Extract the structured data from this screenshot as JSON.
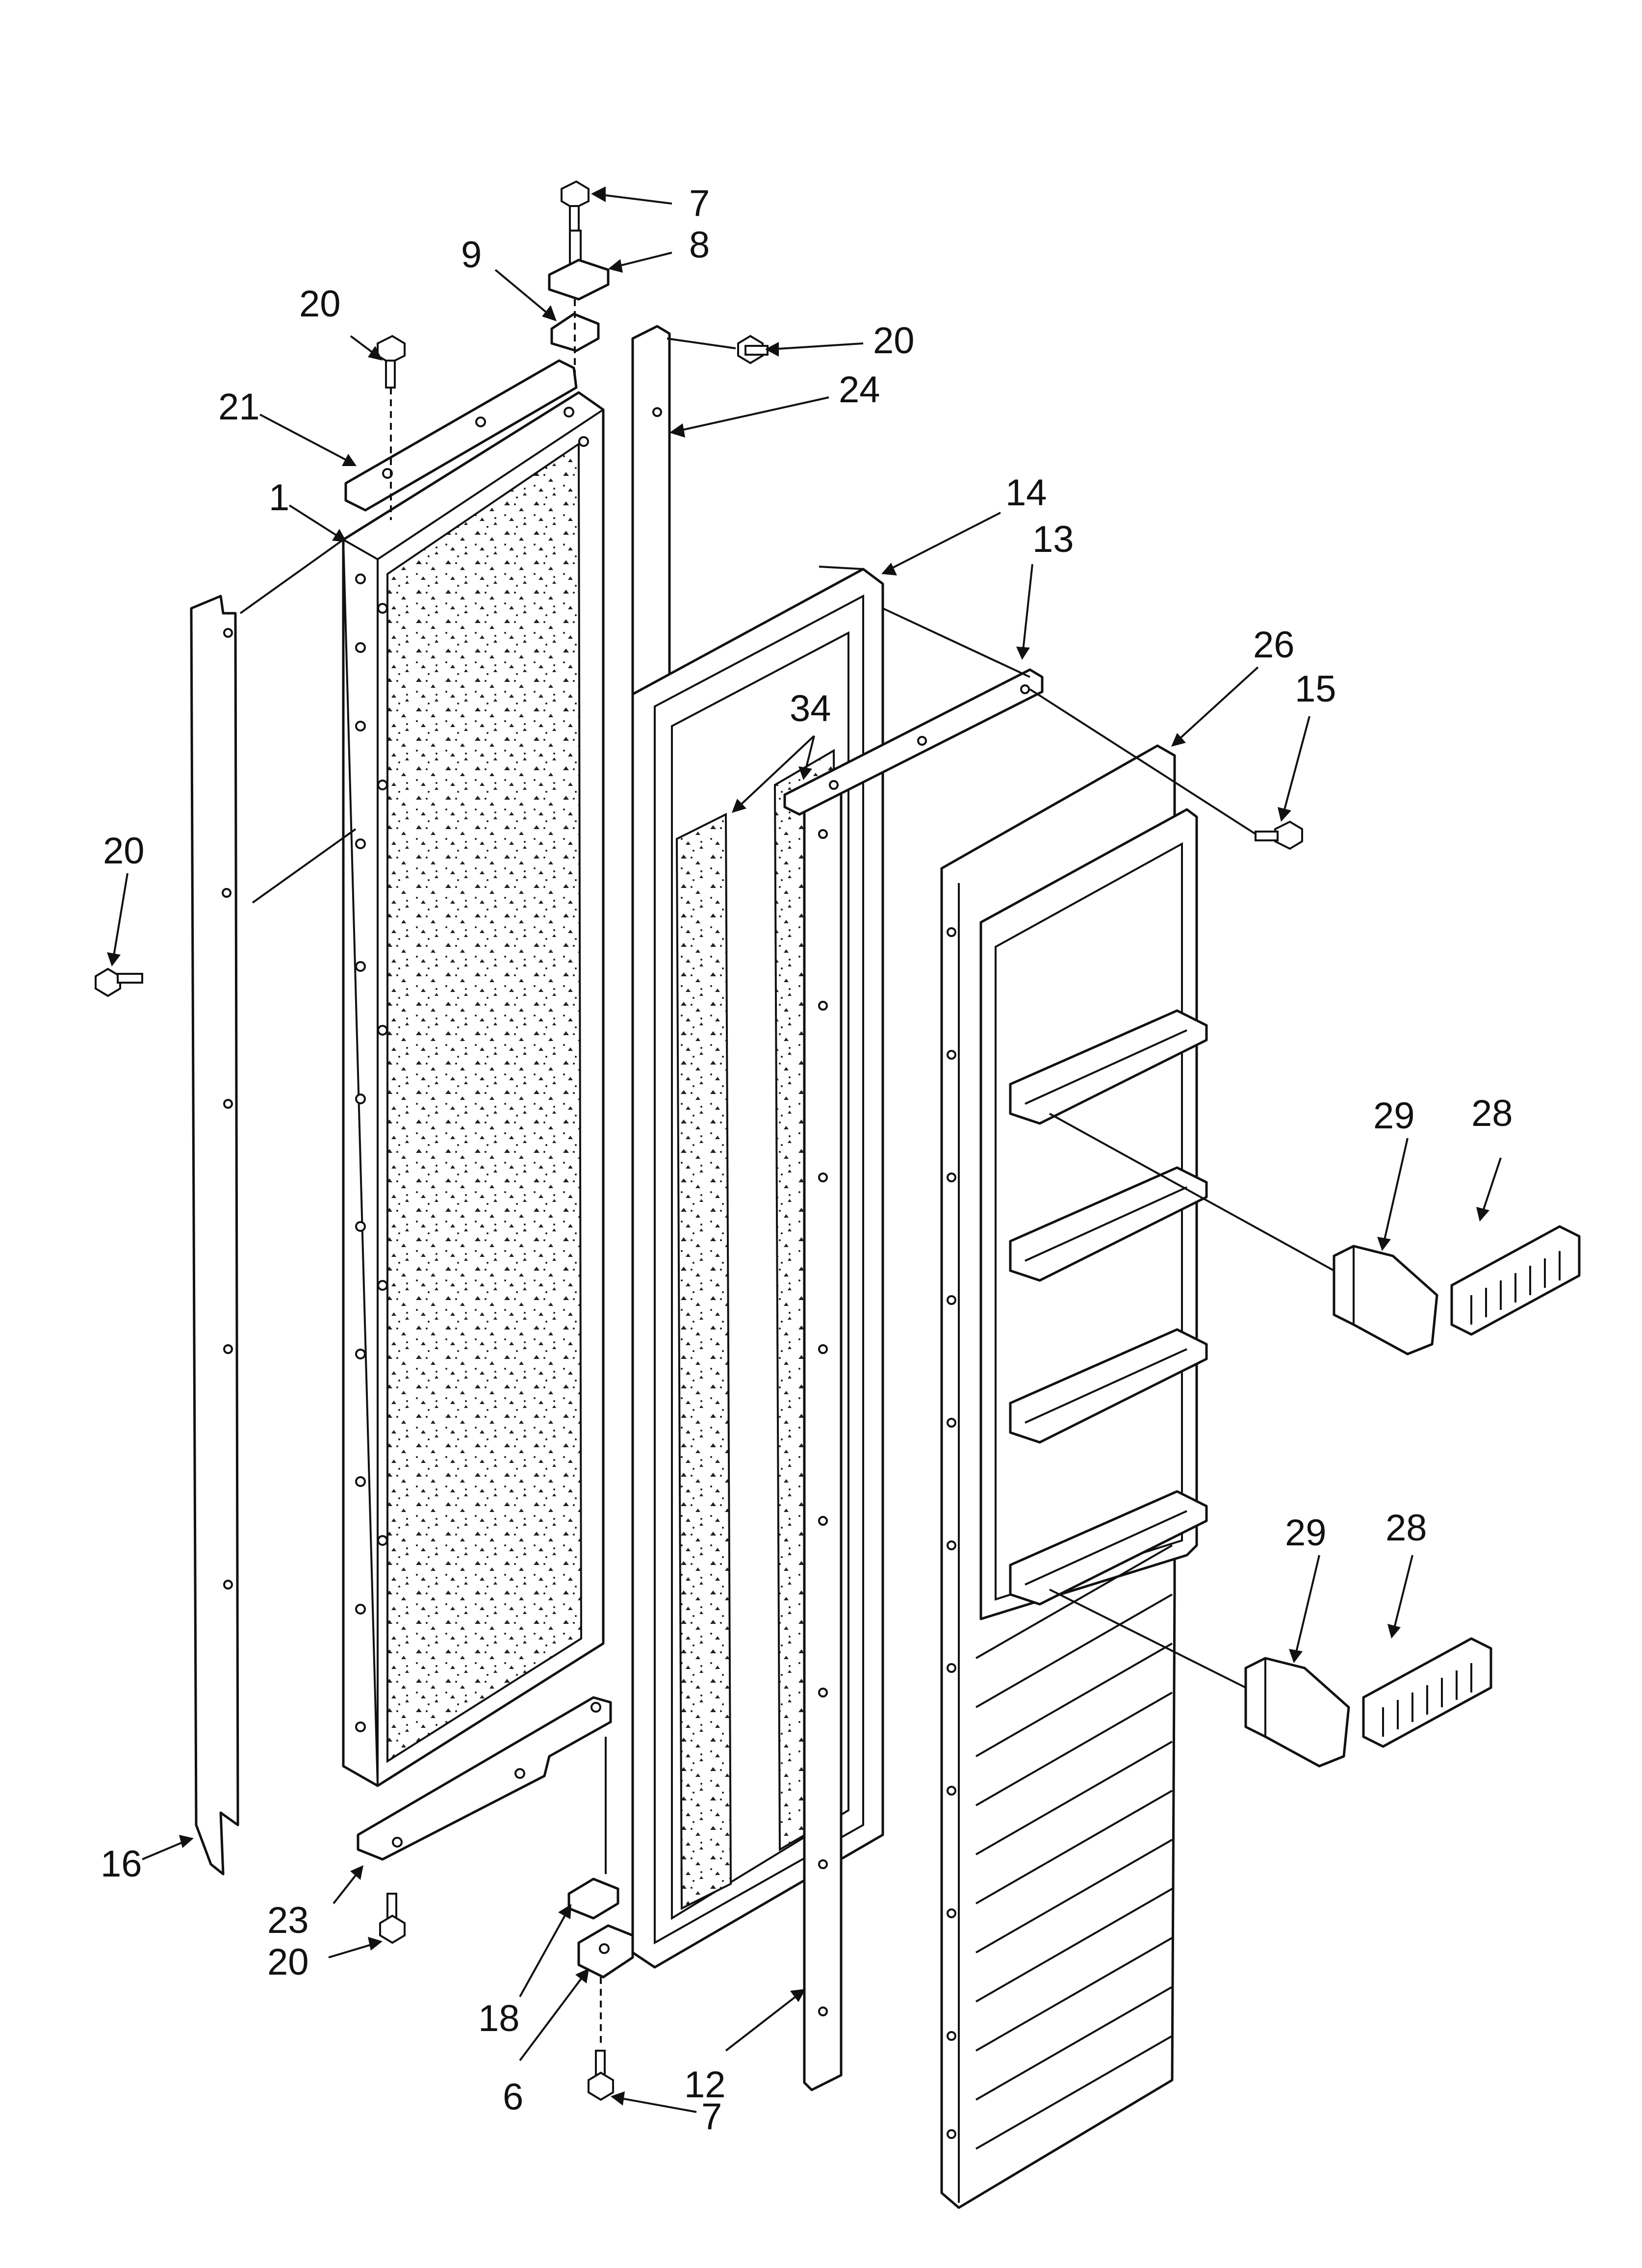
{
  "callouts": [
    {
      "id": "c7top",
      "text": "7"
    },
    {
      "id": "c8",
      "text": "8"
    },
    {
      "id": "c9",
      "text": "9"
    },
    {
      "id": "c20a",
      "text": "20"
    },
    {
      "id": "c20b",
      "text": "20"
    },
    {
      "id": "c24",
      "text": "24"
    },
    {
      "id": "c21",
      "text": "21"
    },
    {
      "id": "c1",
      "text": "1"
    },
    {
      "id": "c14",
      "text": "14"
    },
    {
      "id": "c13",
      "text": "13"
    },
    {
      "id": "c26",
      "text": "26"
    },
    {
      "id": "c15",
      "text": "15"
    },
    {
      "id": "c34",
      "text": "34"
    },
    {
      "id": "c20c",
      "text": "20"
    },
    {
      "id": "c29a",
      "text": "29"
    },
    {
      "id": "c28a",
      "text": "28"
    },
    {
      "id": "c29b",
      "text": "29"
    },
    {
      "id": "c28b",
      "text": "28"
    },
    {
      "id": "c16",
      "text": "16"
    },
    {
      "id": "c23",
      "text": "23"
    },
    {
      "id": "c20d",
      "text": "20"
    },
    {
      "id": "c18",
      "text": "18"
    },
    {
      "id": "c6",
      "text": "6"
    },
    {
      "id": "c12",
      "text": "12"
    },
    {
      "id": "c7bot",
      "text": "7"
    }
  ]
}
